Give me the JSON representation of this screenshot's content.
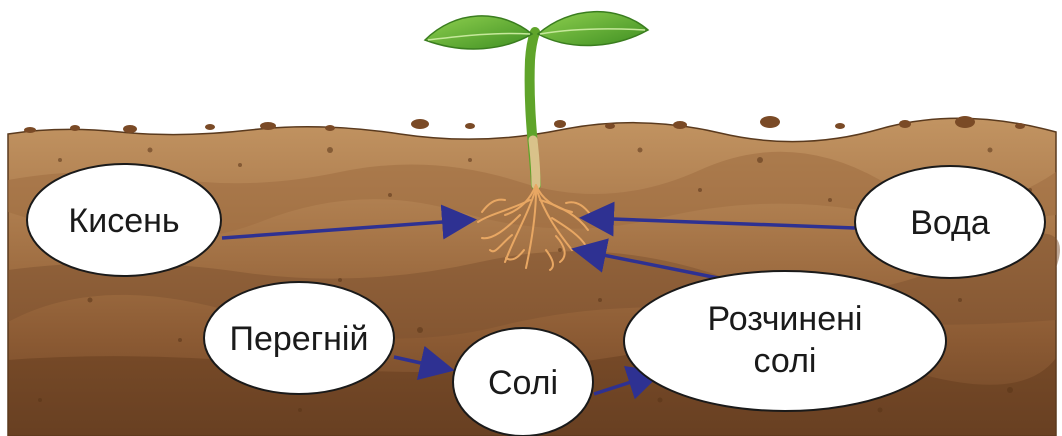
{
  "nodes": {
    "oxygen": {
      "label": "Кисень"
    },
    "water": {
      "label": "Вода"
    },
    "humus": {
      "label": "Перегній"
    },
    "salts": {
      "label": "Солі"
    },
    "dissolved_salts": {
      "label_line1": "Розчинені",
      "label_line2": "солі"
    }
  },
  "colors": {
    "arrow": "#2e3192",
    "soil_top": "#b9895a",
    "soil_bottom": "#6e4526",
    "roots": "#e8a763",
    "stem": "#5fa42a",
    "leaf": "#6dbb3a"
  }
}
